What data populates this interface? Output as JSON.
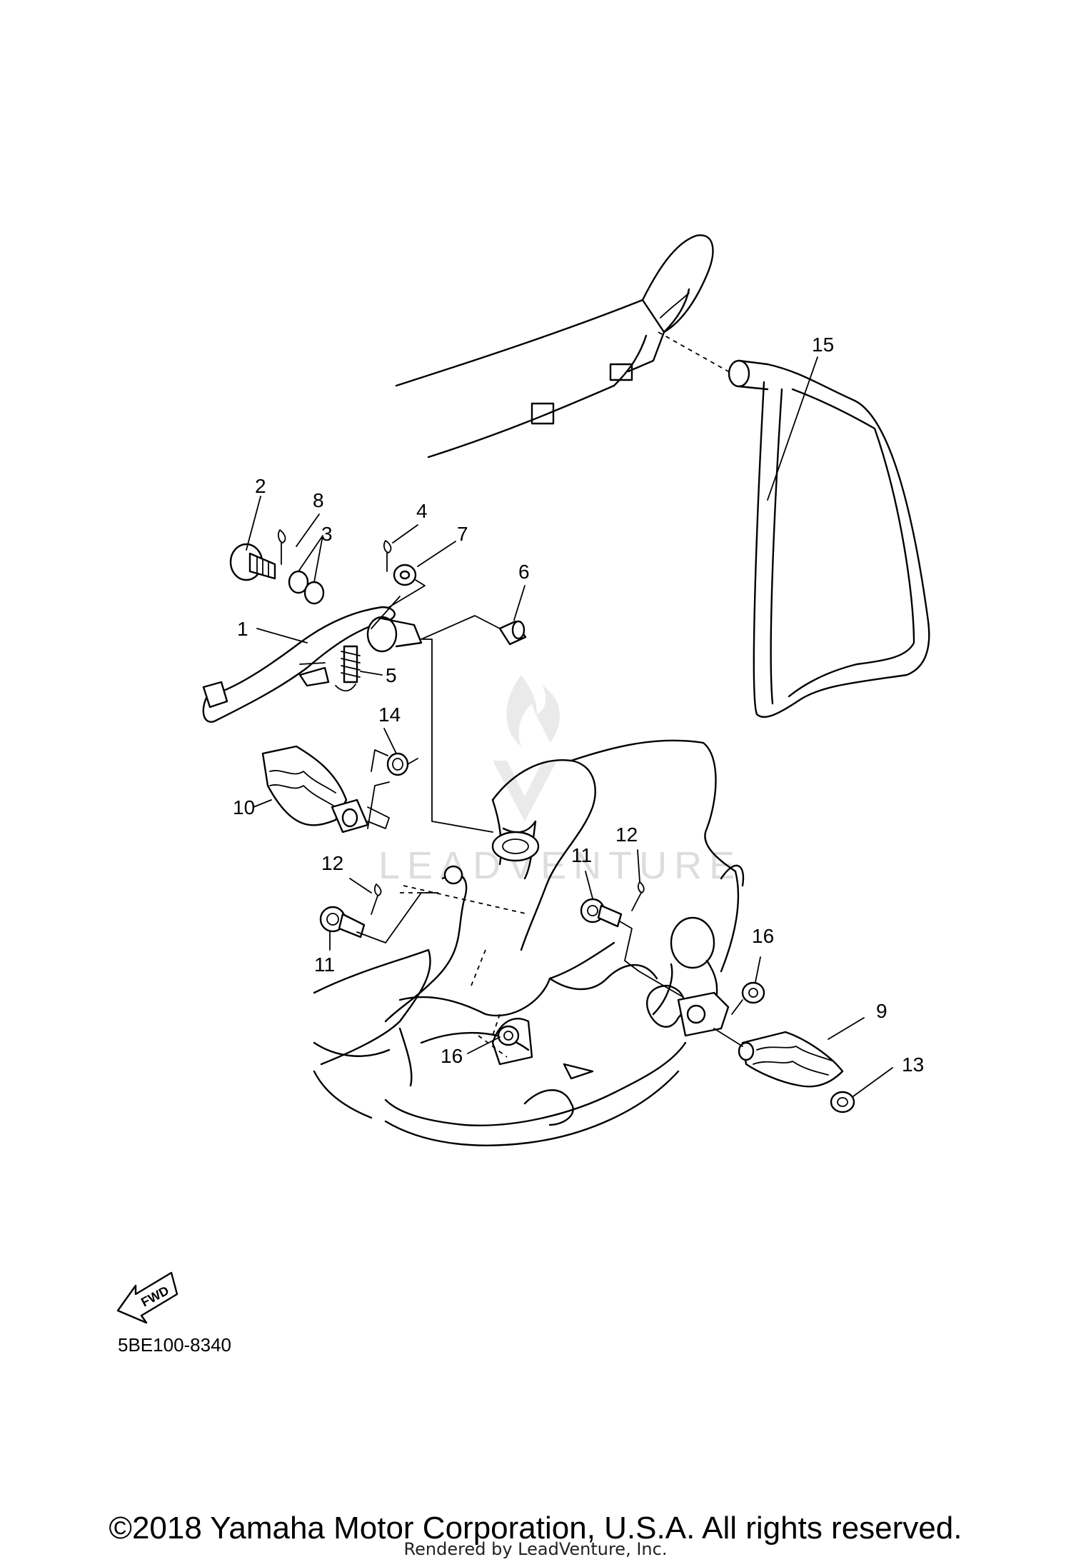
{
  "diagram": {
    "callouts": [
      "1",
      "2",
      "3",
      "4",
      "5",
      "6",
      "7",
      "8",
      "9",
      "10",
      "11",
      "11",
      "12",
      "12",
      "13",
      "14",
      "15",
      "16",
      "16"
    ],
    "fwd_label": "FWD",
    "watermark": "LEADVENTURE"
  },
  "footer": {
    "diagram_code": "5BE100-8340",
    "copyright": "©2018 Yamaha Motor Corporation, U.S.A. All rights reserved.",
    "rendered_by": "Rendered by LeadVenture, Inc."
  }
}
